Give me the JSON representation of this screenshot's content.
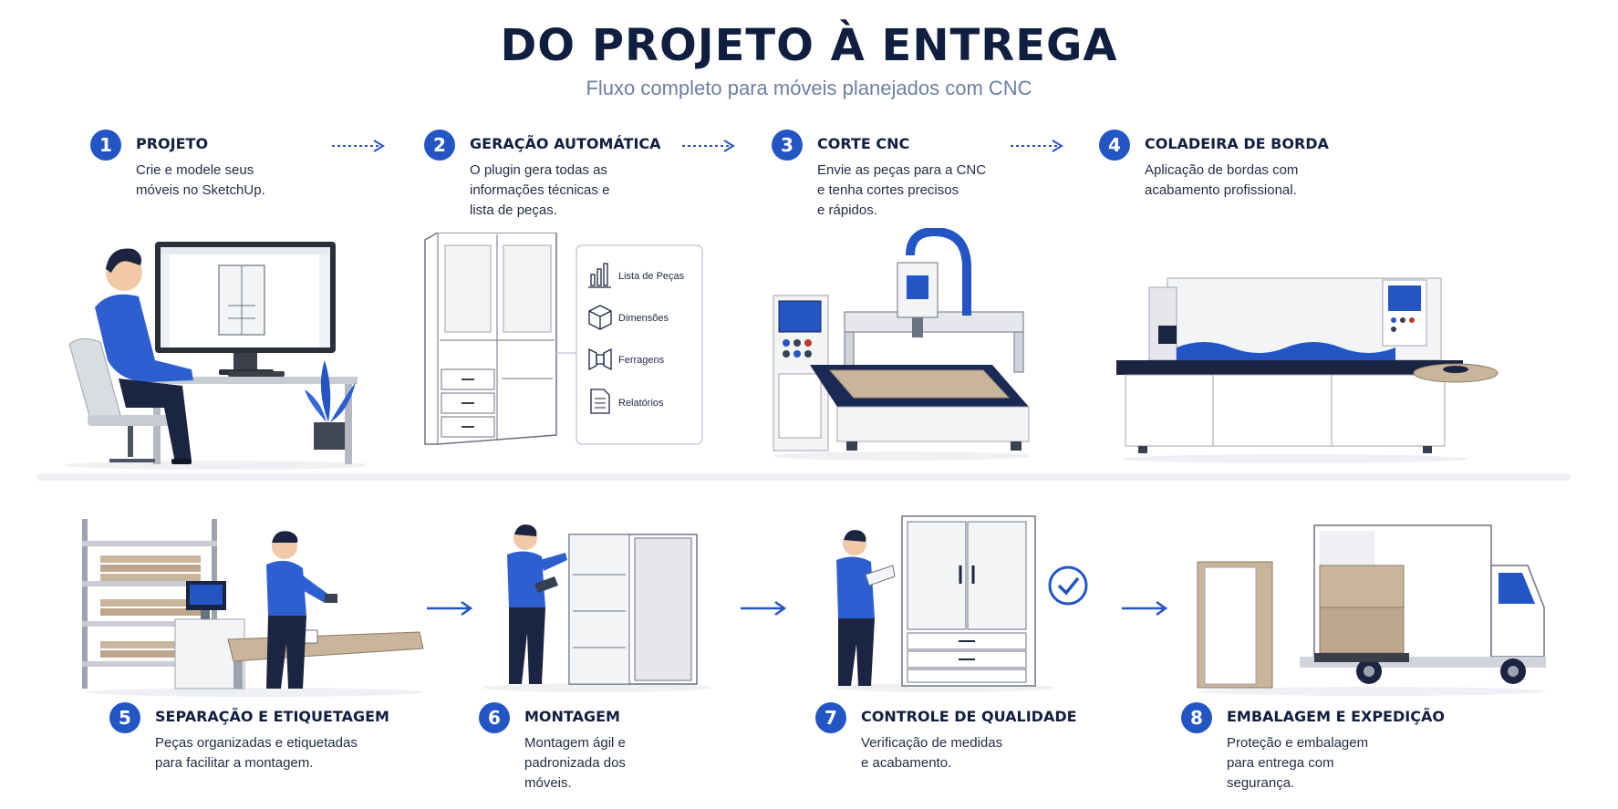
{
  "header": {
    "title": "DO PROJETO À ENTREGA",
    "subtitle": "Fluxo completo para móveis planejados com CNC"
  },
  "steps": [
    {
      "number": "1",
      "title": "PROJETO",
      "desc": "Crie e modele seus\nmóveis no SketchUp."
    },
    {
      "number": "2",
      "title": "GERAÇÃO AUTOMÁTICA",
      "desc": "O plugin gera todas as\ninformações técnicas e\nlista de peças."
    },
    {
      "number": "3",
      "title": "CORTE CNC",
      "desc": "Envie as peças para a CNC\ne tenha cortes precisos\ne rápidos."
    },
    {
      "number": "4",
      "title": "COLADEIRA DE BORDA",
      "desc": "Aplicação de bordas com\nacabamento profissional."
    },
    {
      "number": "5",
      "title": "SEPARAÇÃO E ETIQUETAGEM",
      "desc": "Peças organizadas e etiquetadas\npara facilitar a montagem."
    },
    {
      "number": "6",
      "title": "MONTAGEM",
      "desc": "Montagem ágil e\npadronizada dos\nmóveis."
    },
    {
      "number": "7",
      "title": "CONTROLE DE QUALIDADE",
      "desc": "Verificação de medidas\ne acabamento."
    },
    {
      "number": "8",
      "title": "EMBALAGEM E EXPEDIÇÃO",
      "desc": "Proteção e embalagem\npara entrega com\nsegurança."
    }
  ],
  "plugin_panel": {
    "items": [
      "Lista de Peças",
      "Dimensões",
      "Ferragens",
      "Relatórios"
    ]
  },
  "colors": {
    "accent": "#2356c4",
    "title": "#101f3f",
    "subtitle": "#6b7fa3",
    "wood": "#c9b59c"
  }
}
